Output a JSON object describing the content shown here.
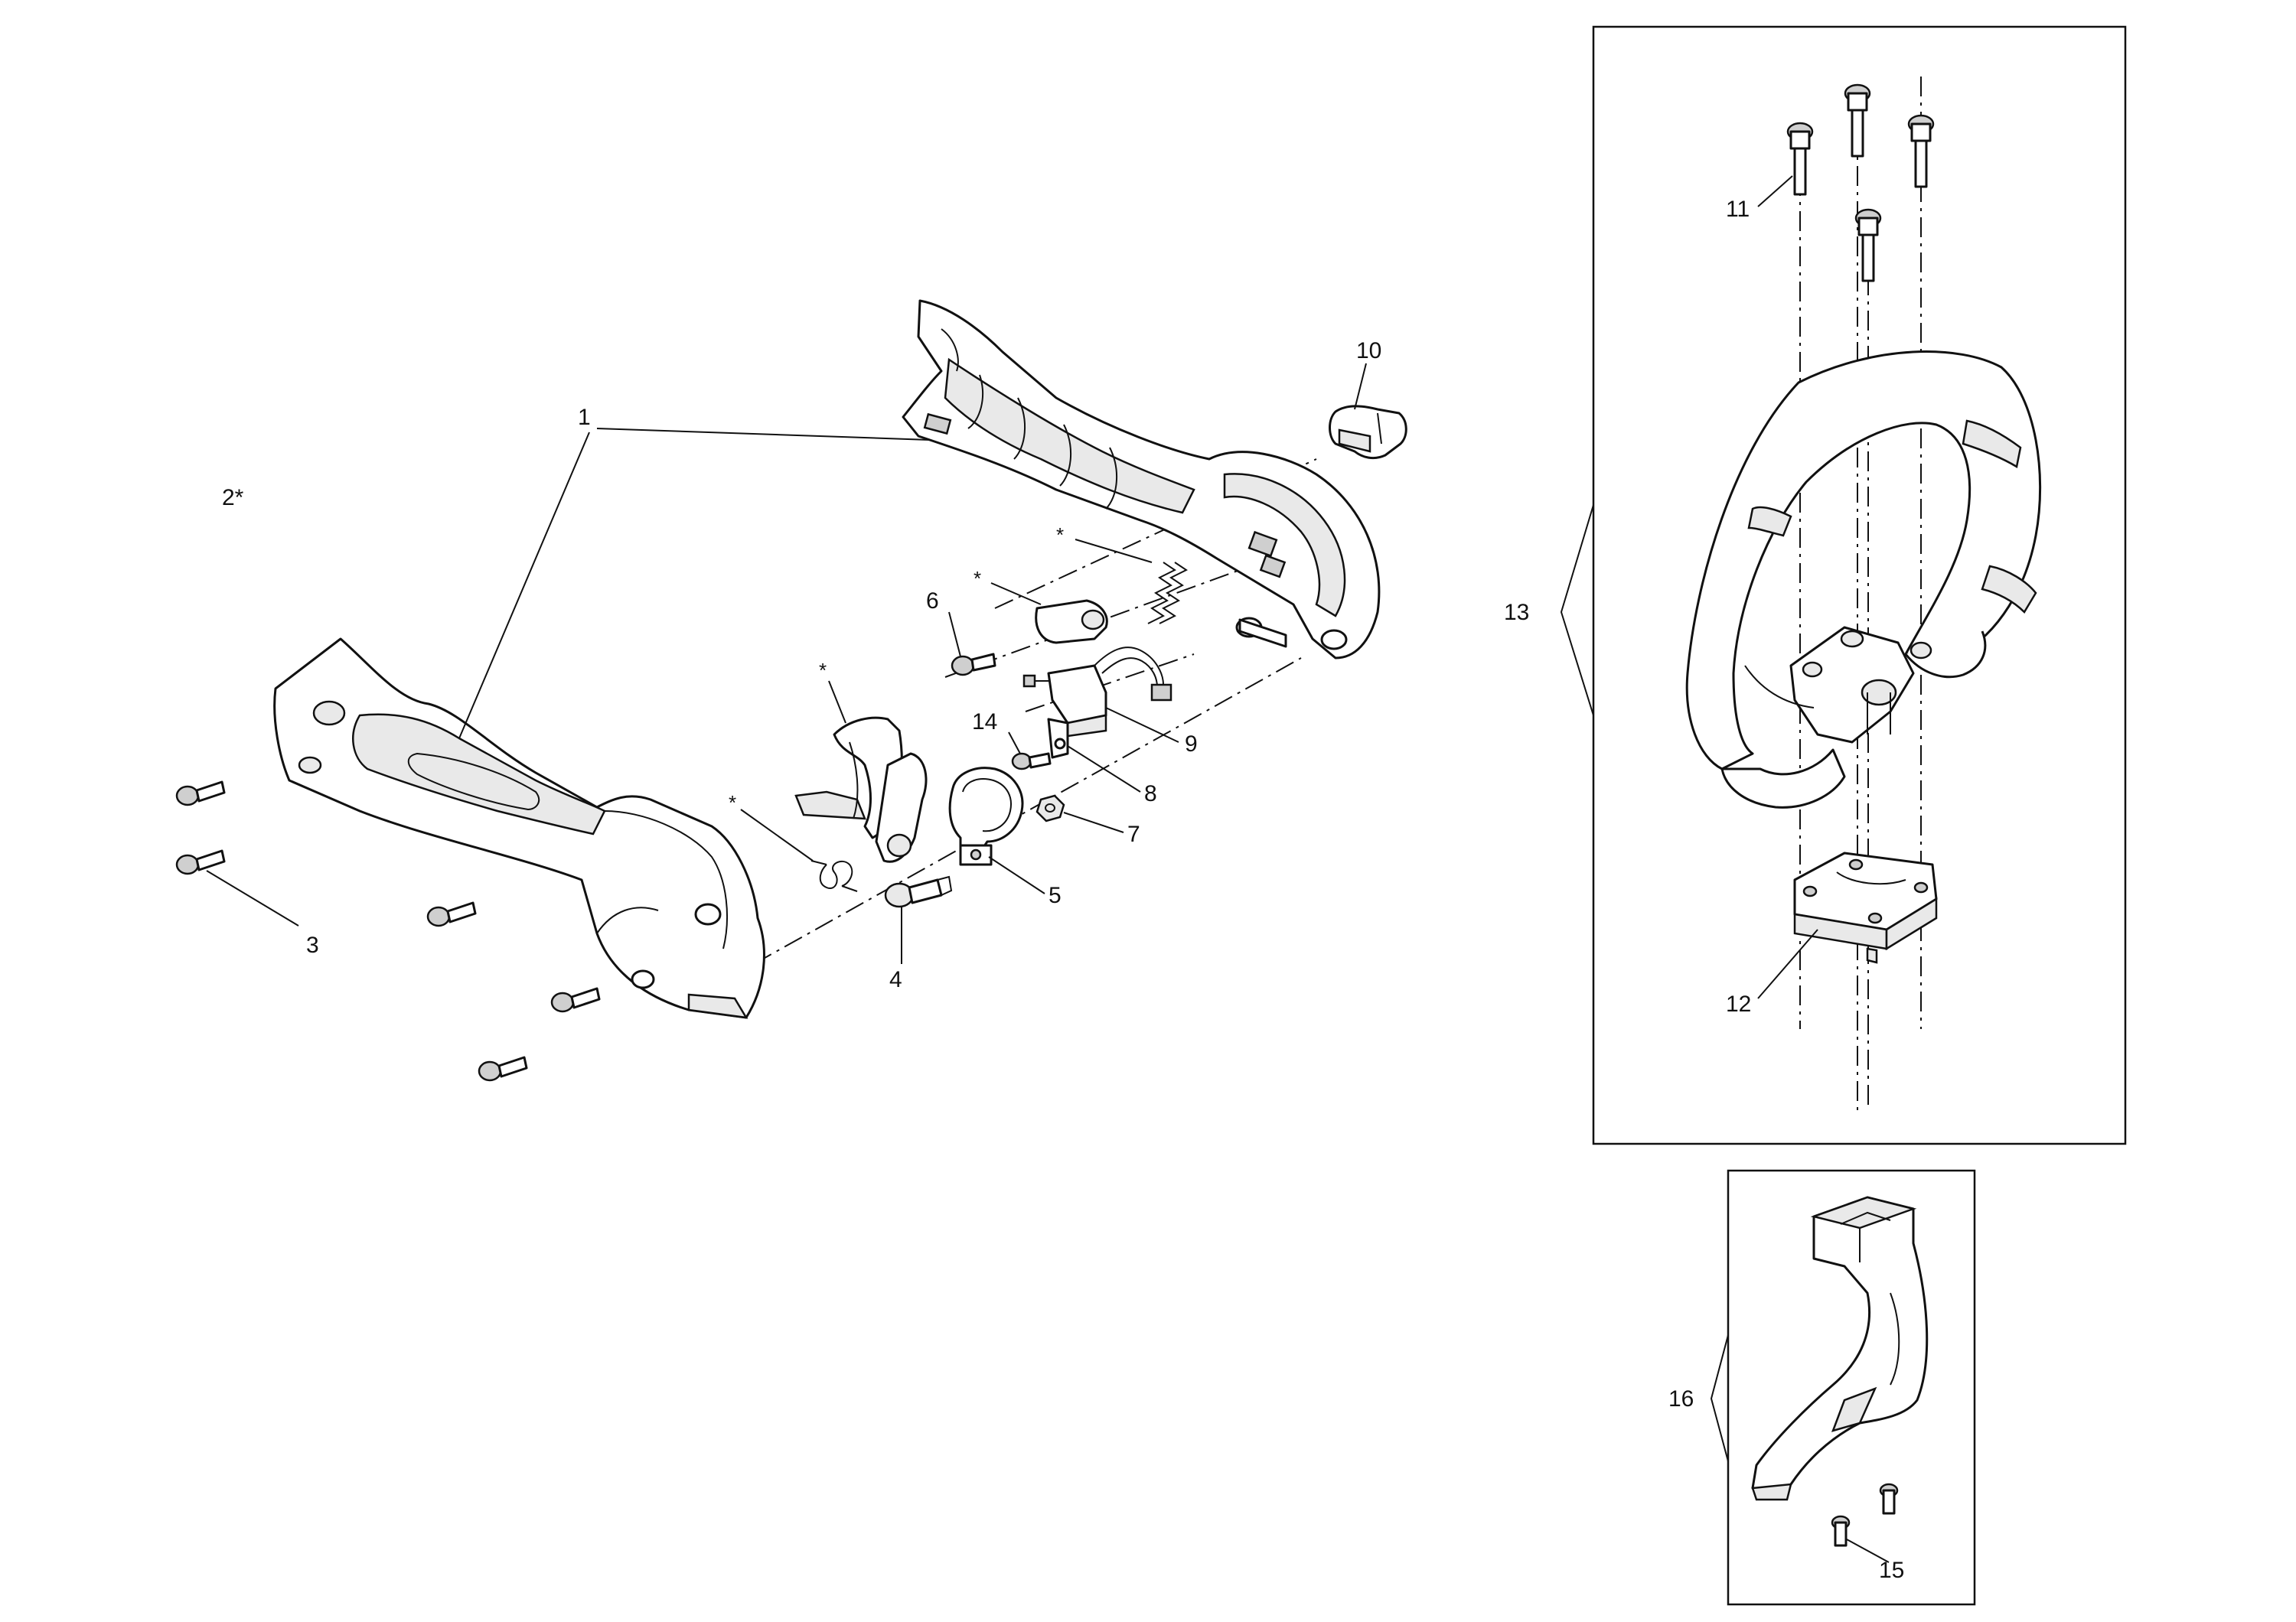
{
  "callouts": {
    "c1": "1",
    "c2": "2*",
    "c3": "3",
    "c4": "4",
    "c5": "5",
    "c6": "6",
    "c7": "7",
    "c8": "8",
    "c9": "9",
    "c10": "10",
    "c11": "11",
    "c12": "12",
    "c13": "13",
    "c14": "14",
    "c15": "15",
    "c16": "16"
  },
  "marks": {
    "asterisk": "*"
  },
  "colors": {
    "line": "#111111",
    "background": "#ffffff",
    "shade": "#e9e9e9"
  }
}
